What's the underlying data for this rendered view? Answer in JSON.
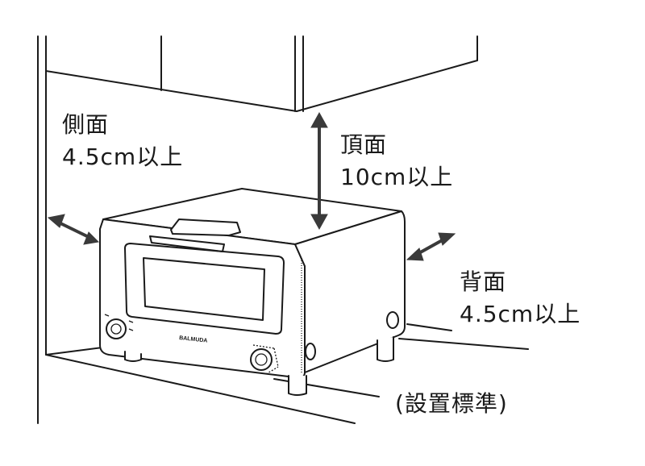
{
  "labels": {
    "side_title": "側面",
    "side_value": "4.5cm以上",
    "top_title": "頂面",
    "top_value": "10cm以上",
    "back_title": "背面",
    "back_value": "4.5cm以上",
    "caption": "(設置標準)"
  },
  "product": {
    "brand": "BALMUDA"
  },
  "icons": [
    "double-arrow-icon",
    "double-arrow-icon",
    "double-arrow-icon"
  ],
  "colors": {
    "line": "#1a1a1a",
    "arrow": "#3a3a3a",
    "background": "#ffffff"
  }
}
